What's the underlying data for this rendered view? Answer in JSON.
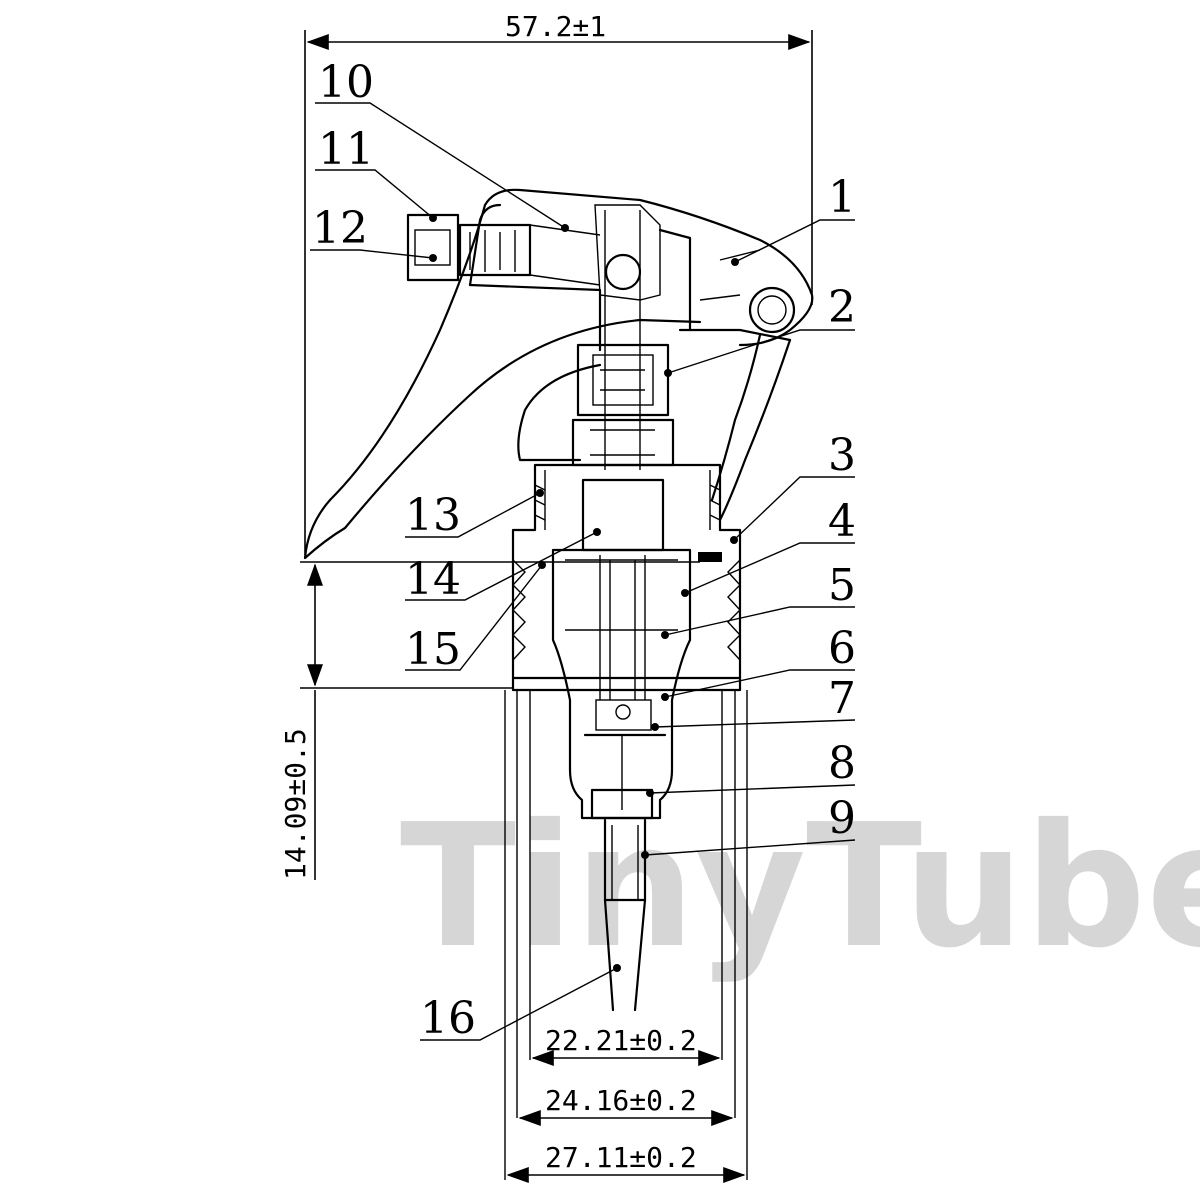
{
  "watermark": "TinyTubes",
  "callouts": [
    {
      "num": "1"
    },
    {
      "num": "2"
    },
    {
      "num": "3"
    },
    {
      "num": "4"
    },
    {
      "num": "5"
    },
    {
      "num": "6"
    },
    {
      "num": "7"
    },
    {
      "num": "8"
    },
    {
      "num": "9"
    },
    {
      "num": "10"
    },
    {
      "num": "11"
    },
    {
      "num": "12"
    },
    {
      "num": "13"
    },
    {
      "num": "14"
    },
    {
      "num": "15"
    },
    {
      "num": "16"
    }
  ],
  "dimensions": {
    "overall_width": "57.2±1",
    "height": "14.09±0.5",
    "dia_inner": "22.21±0.2",
    "dia_mid": "24.16±0.2",
    "dia_outer": "27.11±0.2"
  }
}
